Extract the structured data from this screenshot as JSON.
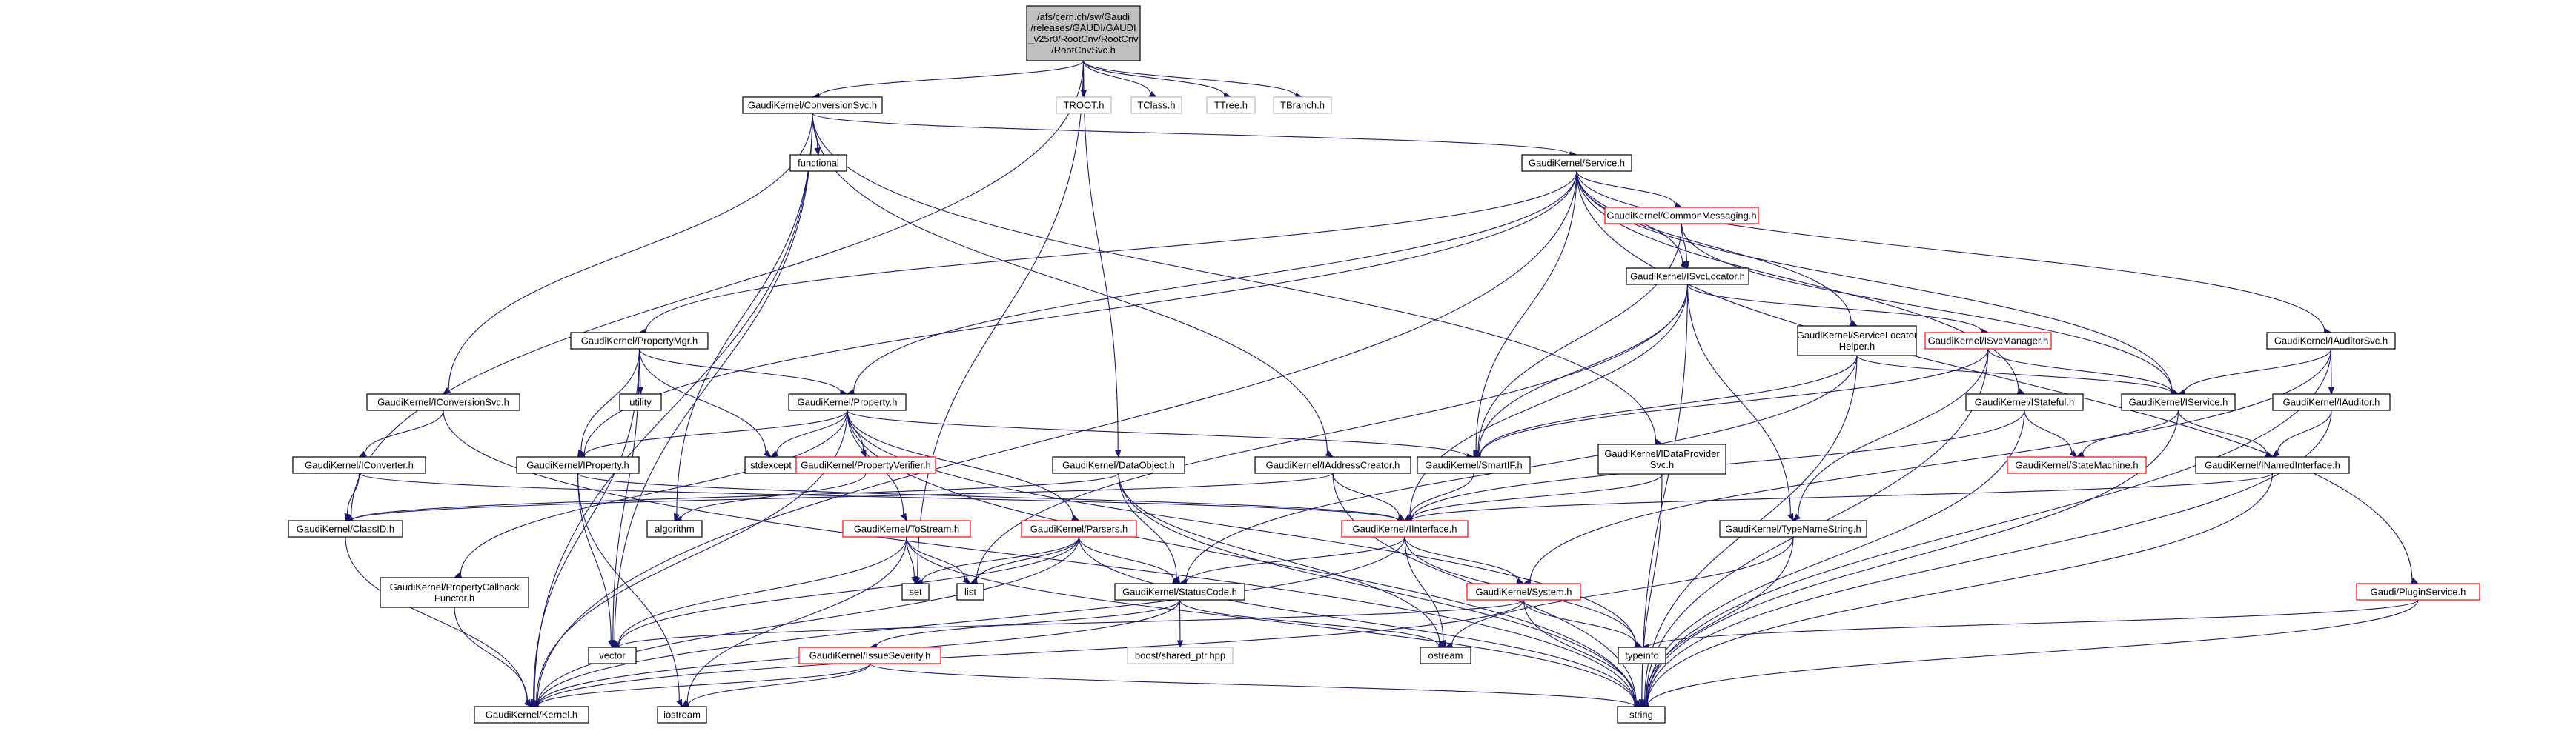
{
  "colors": {
    "edge": "#191970",
    "root_fill": "#bfbfbf",
    "root_border": "#000000",
    "normal_border": "#000000",
    "missing_border": "#bfbfbf",
    "linked_border": "#ff0000",
    "node_fill": "#ffffff"
  },
  "nodes": [
    {
      "id": "root",
      "lines": [
        "/afs/cern.ch/sw/Gaudi",
        "/releases/GAUDI/GAUDI",
        "_v25r0/RootCnv/RootCnv",
        "/RootCnvSvc.h"
      ],
      "kind": "root"
    },
    {
      "id": "conv",
      "lines": [
        "GaudiKernel/ConversionSvc.h"
      ],
      "kind": "normal"
    },
    {
      "id": "troot",
      "lines": [
        "TROOT.h"
      ],
      "kind": "missing"
    },
    {
      "id": "tclass",
      "lines": [
        "TClass.h"
      ],
      "kind": "missing"
    },
    {
      "id": "ttree",
      "lines": [
        "TTree.h"
      ],
      "kind": "missing"
    },
    {
      "id": "tbranch",
      "lines": [
        "TBranch.h"
      ],
      "kind": "missing"
    },
    {
      "id": "functional",
      "lines": [
        "functional"
      ],
      "kind": "normal"
    },
    {
      "id": "service",
      "lines": [
        "GaudiKernel/Service.h"
      ],
      "kind": "normal"
    },
    {
      "id": "commsg",
      "lines": [
        "GaudiKernel/CommonMessaging.h"
      ],
      "kind": "linked"
    },
    {
      "id": "isvcloc",
      "lines": [
        "GaudiKernel/ISvcLocator.h"
      ],
      "kind": "normal"
    },
    {
      "id": "propmgr",
      "lines": [
        "GaudiKernel/PropertyMgr.h"
      ],
      "kind": "normal"
    },
    {
      "id": "isvcmgr",
      "lines": [
        "GaudiKernel/ISvcManager.h"
      ],
      "kind": "linked"
    },
    {
      "id": "svclochelper",
      "lines": [
        "GaudiKernel/ServiceLocator",
        "Helper.h"
      ],
      "kind": "normal"
    },
    {
      "id": "iauditorsvc",
      "lines": [
        "GaudiKernel/IAuditorSvc.h"
      ],
      "kind": "normal"
    },
    {
      "id": "iconvsvc",
      "lines": [
        "GaudiKernel/IConversionSvc.h"
      ],
      "kind": "normal"
    },
    {
      "id": "utility",
      "lines": [
        "utility"
      ],
      "kind": "normal"
    },
    {
      "id": "property",
      "lines": [
        "GaudiKernel/Property.h"
      ],
      "kind": "normal"
    },
    {
      "id": "istateful",
      "lines": [
        "GaudiKernel/IStateful.h"
      ],
      "kind": "normal"
    },
    {
      "id": "iservice",
      "lines": [
        "GaudiKernel/IService.h"
      ],
      "kind": "normal"
    },
    {
      "id": "iauditor",
      "lines": [
        "GaudiKernel/IAuditor.h"
      ],
      "kind": "normal"
    },
    {
      "id": "iconverter",
      "lines": [
        "GaudiKernel/IConverter.h"
      ],
      "kind": "normal"
    },
    {
      "id": "iproperty",
      "lines": [
        "GaudiKernel/IProperty.h"
      ],
      "kind": "normal"
    },
    {
      "id": "stdexcept",
      "lines": [
        "stdexcept"
      ],
      "kind": "normal"
    },
    {
      "id": "propverifier",
      "lines": [
        "GaudiKernel/PropertyVerifier.h"
      ],
      "kind": "linked"
    },
    {
      "id": "dataobject",
      "lines": [
        "GaudiKernel/DataObject.h"
      ],
      "kind": "normal"
    },
    {
      "id": "iaddrcreator",
      "lines": [
        "GaudiKernel/IAddressCreator.h"
      ],
      "kind": "normal"
    },
    {
      "id": "idataprovider",
      "lines": [
        "GaudiKernel/IDataProvider",
        "Svc.h"
      ],
      "kind": "normal"
    },
    {
      "id": "smartif",
      "lines": [
        "GaudiKernel/SmartIF.h"
      ],
      "kind": "normal"
    },
    {
      "id": "statemachine",
      "lines": [
        "GaudiKernel/StateMachine.h"
      ],
      "kind": "linked"
    },
    {
      "id": "inamedif",
      "lines": [
        "GaudiKernel/INamedInterface.h"
      ],
      "kind": "normal"
    },
    {
      "id": "classid",
      "lines": [
        "GaudiKernel/ClassID.h"
      ],
      "kind": "normal"
    },
    {
      "id": "algorithm",
      "lines": [
        "algorithm"
      ],
      "kind": "normal"
    },
    {
      "id": "tostream",
      "lines": [
        "GaudiKernel/ToStream.h"
      ],
      "kind": "linked"
    },
    {
      "id": "parsers",
      "lines": [
        "GaudiKernel/Parsers.h"
      ],
      "kind": "linked"
    },
    {
      "id": "iinterface",
      "lines": [
        "GaudiKernel/IInterface.h"
      ],
      "kind": "linked"
    },
    {
      "id": "typenamestring",
      "lines": [
        "GaudiKernel/TypeNameString.h"
      ],
      "kind": "normal"
    },
    {
      "id": "propcallback",
      "lines": [
        "GaudiKernel/PropertyCallback",
        "Functor.h"
      ],
      "kind": "normal"
    },
    {
      "id": "set",
      "lines": [
        "set"
      ],
      "kind": "normal"
    },
    {
      "id": "list",
      "lines": [
        "list"
      ],
      "kind": "normal"
    },
    {
      "id": "statuscode",
      "lines": [
        "GaudiKernel/StatusCode.h"
      ],
      "kind": "normal"
    },
    {
      "id": "system",
      "lines": [
        "GaudiKernel/System.h"
      ],
      "kind": "linked"
    },
    {
      "id": "pluginservice",
      "lines": [
        "Gaudi/PluginService.h"
      ],
      "kind": "linked"
    },
    {
      "id": "vector",
      "lines": [
        "vector"
      ],
      "kind": "normal"
    },
    {
      "id": "boostsp",
      "lines": [
        "boost/shared_ptr.hpp"
      ],
      "kind": "missing"
    },
    {
      "id": "issueseverity",
      "lines": [
        "GaudiKernel/IssueSeverity.h"
      ],
      "kind": "linked"
    },
    {
      "id": "ostream",
      "lines": [
        "ostream"
      ],
      "kind": "normal"
    },
    {
      "id": "typeinfo",
      "lines": [
        "typeinfo"
      ],
      "kind": "normal"
    },
    {
      "id": "kernel",
      "lines": [
        "GaudiKernel/Kernel.h"
      ],
      "kind": "normal"
    },
    {
      "id": "iostream",
      "lines": [
        "iostream"
      ],
      "kind": "normal"
    },
    {
      "id": "string",
      "lines": [
        "string"
      ],
      "kind": "normal"
    }
  ],
  "edges": [
    [
      "root",
      "conv"
    ],
    [
      "root",
      "troot"
    ],
    [
      "root",
      "tclass"
    ],
    [
      "root",
      "ttree"
    ],
    [
      "root",
      "tbranch"
    ],
    [
      "root",
      "dataobject"
    ],
    [
      "root",
      "classid"
    ],
    [
      "root",
      "set"
    ],
    [
      "conv",
      "functional"
    ],
    [
      "conv",
      "service"
    ],
    [
      "conv",
      "iconvsvc"
    ],
    [
      "conv",
      "iaddrcreator"
    ],
    [
      "conv",
      "idataprovider"
    ],
    [
      "conv",
      "algorithm"
    ],
    [
      "conv",
      "vector"
    ],
    [
      "conv",
      "kernel"
    ],
    [
      "service",
      "commsg"
    ],
    [
      "service",
      "isvcloc"
    ],
    [
      "service",
      "propmgr"
    ],
    [
      "service",
      "svclochelper"
    ],
    [
      "service",
      "iauditorsvc"
    ],
    [
      "service",
      "property"
    ],
    [
      "service",
      "istateful"
    ],
    [
      "service",
      "iservice"
    ],
    [
      "service",
      "iproperty"
    ],
    [
      "service",
      "smartif"
    ],
    [
      "service",
      "pluginservice"
    ],
    [
      "service",
      "kernel"
    ],
    [
      "commsg",
      "isvcloc"
    ],
    [
      "commsg",
      "smartif"
    ],
    [
      "commsg",
      "iservice"
    ],
    [
      "isvcloc",
      "isvcmgr"
    ],
    [
      "isvcloc",
      "smartif"
    ],
    [
      "isvcloc",
      "iinterface"
    ],
    [
      "isvcloc",
      "typenamestring"
    ],
    [
      "isvcloc",
      "list"
    ],
    [
      "isvcloc",
      "string"
    ],
    [
      "propmgr",
      "utility"
    ],
    [
      "propmgr",
      "property"
    ],
    [
      "propmgr",
      "iproperty"
    ],
    [
      "propmgr",
      "stdexcept"
    ],
    [
      "propmgr",
      "vector"
    ],
    [
      "propmgr",
      "kernel"
    ],
    [
      "isvcmgr",
      "iservice"
    ],
    [
      "isvcmgr",
      "typenamestring"
    ],
    [
      "isvcmgr",
      "smartif"
    ],
    [
      "isvcmgr",
      "string"
    ],
    [
      "svclochelper",
      "iservice"
    ],
    [
      "svclochelper",
      "smartif"
    ],
    [
      "svclochelper",
      "statuscode"
    ],
    [
      "svclochelper",
      "string"
    ],
    [
      "iauditorsvc",
      "iservice"
    ],
    [
      "iauditorsvc",
      "iauditor"
    ],
    [
      "iauditorsvc",
      "system"
    ],
    [
      "iauditorsvc",
      "string"
    ],
    [
      "iconvsvc",
      "iconverter"
    ],
    [
      "iconvsvc",
      "string"
    ],
    [
      "property",
      "stdexcept"
    ],
    [
      "property",
      "propverifier"
    ],
    [
      "property",
      "tostream"
    ],
    [
      "property",
      "parsers"
    ],
    [
      "property",
      "propcallback"
    ],
    [
      "property",
      "smartif"
    ],
    [
      "property",
      "typeinfo"
    ],
    [
      "property",
      "string"
    ],
    [
      "property",
      "iproperty"
    ],
    [
      "property",
      "kernel"
    ],
    [
      "istateful",
      "statemachine"
    ],
    [
      "istateful",
      "iinterface"
    ],
    [
      "istateful",
      "string"
    ],
    [
      "iservice",
      "inamedif"
    ],
    [
      "iservice",
      "statemachine"
    ],
    [
      "iservice",
      "string"
    ],
    [
      "iauditor",
      "inamedif"
    ],
    [
      "iauditor",
      "string"
    ],
    [
      "iconverter",
      "classid"
    ],
    [
      "iconverter",
      "iinterface"
    ],
    [
      "iproperty",
      "iinterface"
    ],
    [
      "iproperty",
      "vector"
    ],
    [
      "iproperty",
      "iostream"
    ],
    [
      "propverifier",
      "algorithm"
    ],
    [
      "dataobject",
      "classid"
    ],
    [
      "dataobject",
      "statuscode"
    ],
    [
      "dataobject",
      "ostream"
    ],
    [
      "dataobject",
      "string"
    ],
    [
      "iaddrcreator",
      "classid"
    ],
    [
      "iaddrcreator",
      "iinterface"
    ],
    [
      "iaddrcreator",
      "string"
    ],
    [
      "idataprovider",
      "iinterface"
    ],
    [
      "idataprovider",
      "string"
    ],
    [
      "smartif",
      "iinterface"
    ],
    [
      "inamedif",
      "iinterface"
    ],
    [
      "inamedif",
      "string"
    ],
    [
      "classid",
      "kernel"
    ],
    [
      "tostream",
      "set"
    ],
    [
      "tostream",
      "list"
    ],
    [
      "tostream",
      "vector"
    ],
    [
      "tostream",
      "iostream"
    ],
    [
      "tostream",
      "string"
    ],
    [
      "parsers",
      "set"
    ],
    [
      "parsers",
      "list"
    ],
    [
      "parsers",
      "statuscode"
    ],
    [
      "parsers",
      "vector"
    ],
    [
      "parsers",
      "string"
    ],
    [
      "parsers",
      "kernel"
    ],
    [
      "iinterface",
      "statuscode"
    ],
    [
      "iinterface",
      "system"
    ],
    [
      "iinterface",
      "ostream"
    ],
    [
      "iinterface",
      "typeinfo"
    ],
    [
      "iinterface",
      "kernel"
    ],
    [
      "typenamestring",
      "string"
    ],
    [
      "typenamestring",
      "ostream"
    ],
    [
      "propcallback",
      "kernel"
    ],
    [
      "statuscode",
      "issueseverity"
    ],
    [
      "statuscode",
      "boostsp"
    ],
    [
      "statuscode",
      "ostream"
    ],
    [
      "statuscode",
      "kernel"
    ],
    [
      "system",
      "vector"
    ],
    [
      "system",
      "typeinfo"
    ],
    [
      "system",
      "string"
    ],
    [
      "system",
      "kernel"
    ],
    [
      "pluginservice",
      "typeinfo"
    ],
    [
      "pluginservice",
      "string"
    ],
    [
      "issueseverity",
      "kernel"
    ],
    [
      "issueseverity",
      "iostream"
    ],
    [
      "issueseverity",
      "string"
    ]
  ]
}
